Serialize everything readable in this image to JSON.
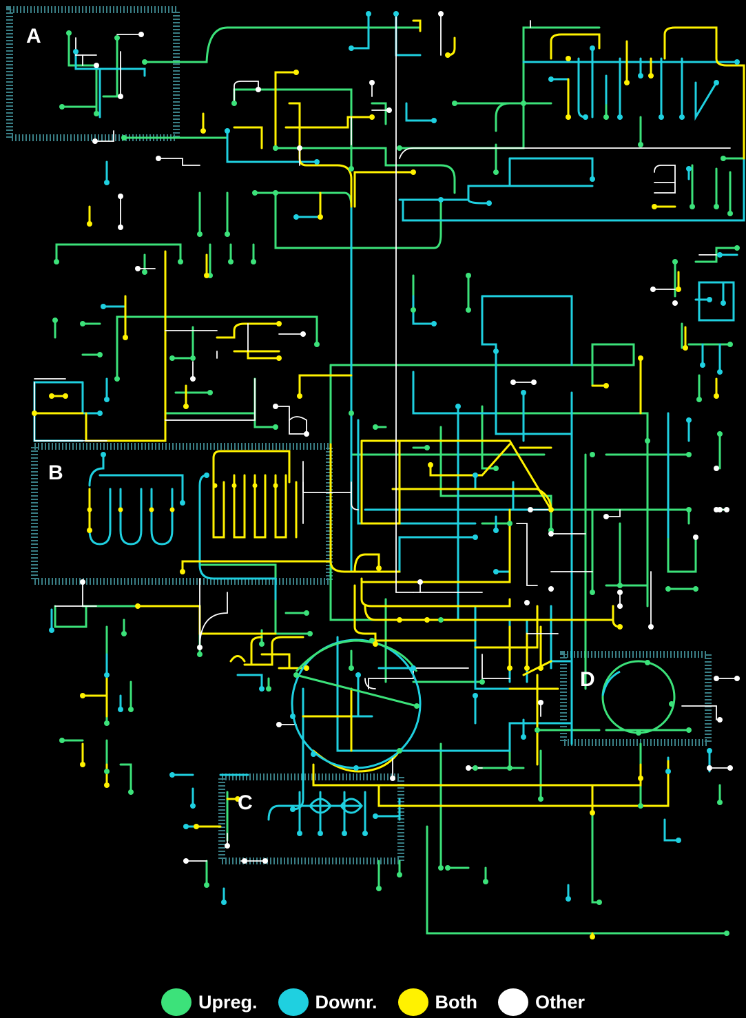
{
  "colors": {
    "upregulated": "#3CE27A",
    "downregulated": "#1FD0E0",
    "both": "#FFF200",
    "other": "#FFFFFF",
    "region_border": "#3A7F86",
    "background": "#000000"
  },
  "regions": [
    {
      "id": "A",
      "label": "A"
    },
    {
      "id": "B",
      "label": "B"
    },
    {
      "id": "C",
      "label": "C"
    },
    {
      "id": "D",
      "label": "D"
    }
  ],
  "legend": [
    {
      "label": "Upreg.",
      "color": "#3CE27A"
    },
    {
      "label": "Downr.",
      "color": "#1FD0E0"
    },
    {
      "label": "Both",
      "color": "#FFF200"
    },
    {
      "label": "Other",
      "color": "#FFFFFF"
    }
  ]
}
